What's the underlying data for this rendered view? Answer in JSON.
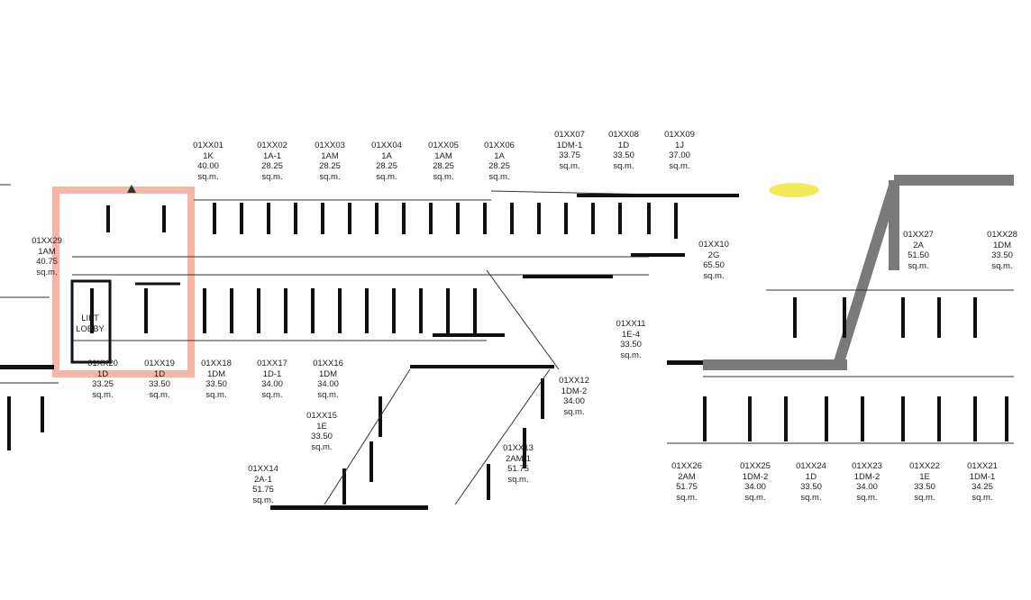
{
  "units": [
    {
      "id": "01XX01",
      "type": "1K",
      "area": "40.00",
      "unit": "sq.m."
    },
    {
      "id": "01XX02",
      "type": "1A-1",
      "area": "28.25",
      "unit": "sq.m."
    },
    {
      "id": "01XX03",
      "type": "1AM",
      "area": "28.25",
      "unit": "sq.m."
    },
    {
      "id": "01XX04",
      "type": "1A",
      "area": "28.25",
      "unit": "sq.m."
    },
    {
      "id": "01XX05",
      "type": "1AM",
      "area": "28.25",
      "unit": "sq.m."
    },
    {
      "id": "01XX06",
      "type": "1A",
      "area": "28.25",
      "unit": "sq.m."
    },
    {
      "id": "01XX07",
      "type": "1DM-1",
      "area": "33.75",
      "unit": "sq.m."
    },
    {
      "id": "01XX08",
      "type": "1D",
      "area": "33.50",
      "unit": "sq.m."
    },
    {
      "id": "01XX09",
      "type": "1J",
      "area": "37.00",
      "unit": "sq.m."
    },
    {
      "id": "01XX10",
      "type": "2G",
      "area": "65.50",
      "unit": "sq.m."
    },
    {
      "id": "01XX11",
      "type": "1E-4",
      "area": "33.50",
      "unit": "sq.m."
    },
    {
      "id": "01XX12",
      "type": "1DM-2",
      "area": "34.00",
      "unit": "sq.m."
    },
    {
      "id": "01XX13",
      "type": "2AM-1",
      "area": "51.75",
      "unit": "sq.m."
    },
    {
      "id": "01XX14",
      "type": "2A-1",
      "area": "51.75",
      "unit": "sq.m."
    },
    {
      "id": "01XX15",
      "type": "1E",
      "area": "33.50",
      "unit": "sq.m."
    },
    {
      "id": "01XX16",
      "type": "1DM",
      "area": "34.00",
      "unit": "sq.m."
    },
    {
      "id": "01XX17",
      "type": "1D-1",
      "area": "34.00",
      "unit": "sq.m."
    },
    {
      "id": "01XX18",
      "type": "1DM",
      "area": "33.50",
      "unit": "sq.m."
    },
    {
      "id": "01XX19",
      "type": "1D",
      "area": "33.50",
      "unit": "sq.m."
    },
    {
      "id": "01XX20",
      "type": "1D",
      "area": "33.25",
      "unit": "sq.m."
    },
    {
      "id": "01XX21",
      "type": "1DM-1",
      "area": "34.25",
      "unit": "sq.m."
    },
    {
      "id": "01XX22",
      "type": "1E",
      "area": "33.50",
      "unit": "sq.m."
    },
    {
      "id": "01XX23",
      "type": "1DM-2",
      "area": "34.00",
      "unit": "sq.m."
    },
    {
      "id": "01XX24",
      "type": "1D",
      "area": "33.50",
      "unit": "sq.m."
    },
    {
      "id": "01XX25",
      "type": "1DM-2",
      "area": "34.00",
      "unit": "sq.m."
    },
    {
      "id": "01XX26",
      "type": "2AM",
      "area": "51.75",
      "unit": "sq.m."
    },
    {
      "id": "01XX27",
      "type": "2A",
      "area": "51.50",
      "unit": "sq.m."
    },
    {
      "id": "01XX28",
      "type": "1DM",
      "area": "33.50",
      "unit": "sq.m."
    },
    {
      "id": "01XX29",
      "type": "1AM",
      "area": "40.75",
      "unit": "sq.m."
    }
  ],
  "lobby": {
    "line1": "LIFT",
    "line2": "LOBBY"
  },
  "colors": {
    "highlight": "#f6b5a5",
    "wall": "#111111",
    "thin": "#333333",
    "arrow": "#7a7a7a",
    "tag": "#f3ea5a"
  }
}
